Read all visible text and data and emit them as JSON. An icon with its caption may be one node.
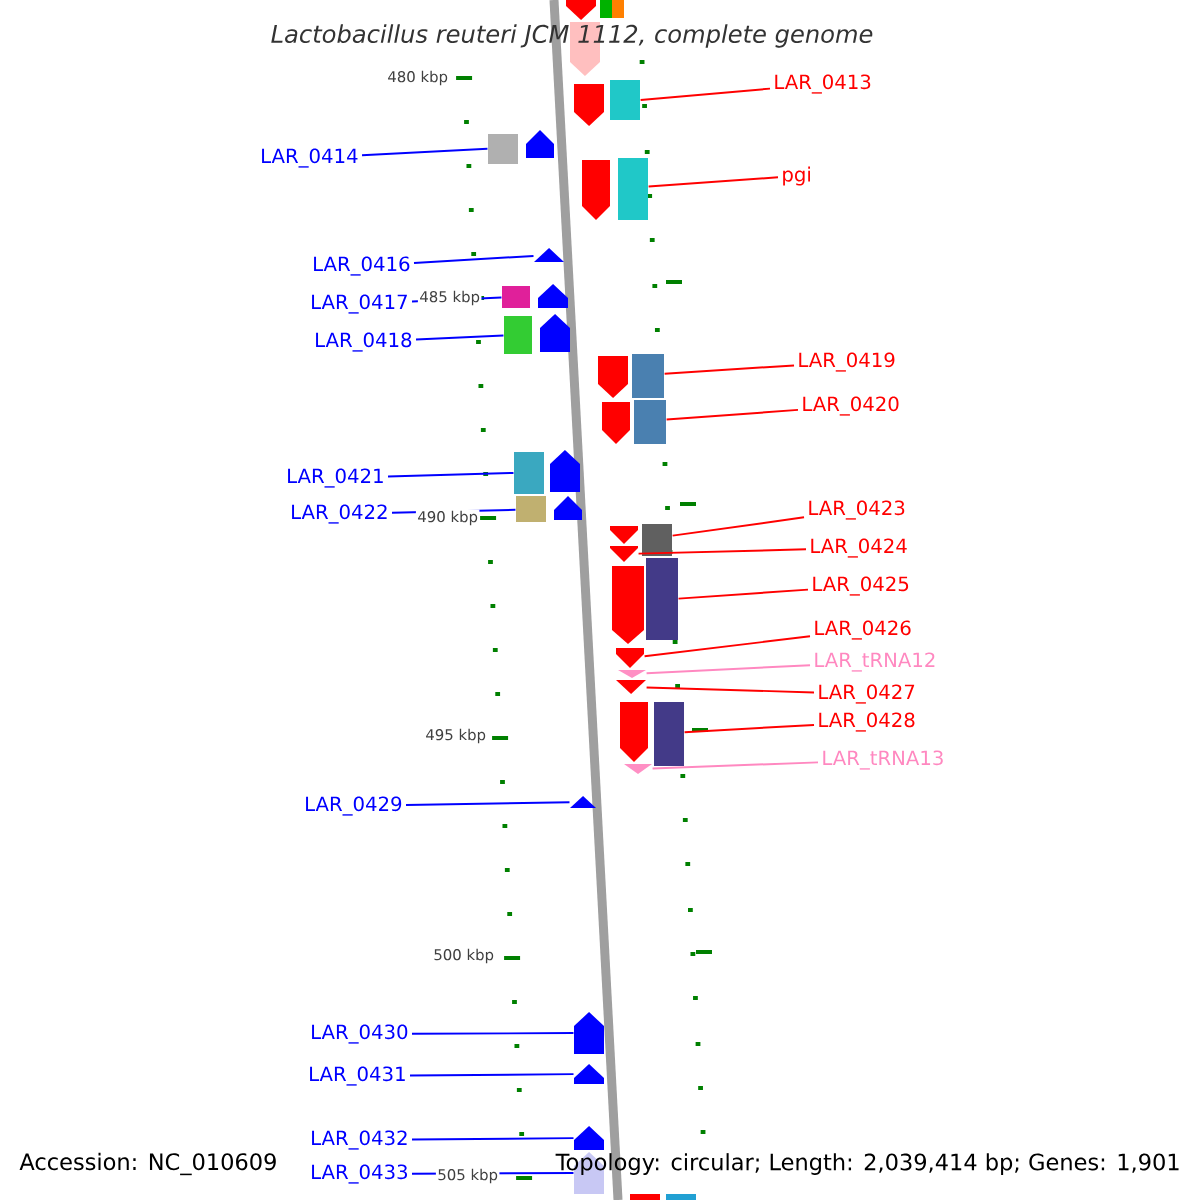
{
  "diagram": {
    "title": "Lactobacillus reuteri JCM 1112, complete genome",
    "nodes": [
      {
        "text": [
          "LAR_0413"
        ]
      },
      {
        "text": [],
        "shape": "arrow"
      },
      {
        "text": [
          "LAR_0414"
        ]
      },
      {
        "text": [],
        "shape": "arrow"
      },
      {
        "text": [
          "pgi"
        ]
      },
      {
        "text": [],
        "shape": "arrow"
      },
      {
        "text": [
          "LAR_0416"
        ]
      },
      {
        "text": [],
        "shape": "arrow"
      },
      {
        "text": [
          "LAR_0417"
        ]
      },
      {
        "text": [],
        "shape": "arrow"
      },
      {
        "text": [
          "LAR_0418"
        ]
      },
      {
        "text": [],
        "shape": "arrow"
      },
      {
        "text": [
          "LAR_0419"
        ]
      },
      {
        "text": [],
        "shape": "arrow"
      },
      {
        "text": [
          "LAR_0420"
        ]
      },
      {
        "text": [],
        "shape": "arrow"
      },
      {
        "text": [
          "LAR_0421"
        ]
      },
      {
        "text": [],
        "shape": "arrow"
      },
      {
        "text": [
          "LAR_0422"
        ]
      },
      {
        "text": [],
        "shape": "arrow"
      },
      {
        "text": [
          "LAR_0423"
        ]
      },
      {
        "text": [],
        "shape": "arrow"
      },
      {
        "text": [
          "LAR_0424"
        ]
      },
      {
        "text": [],
        "shape": "arrow"
      },
      {
        "text": [
          "LAR_0425"
        ]
      },
      {
        "text": [],
        "shape": "arrow"
      },
      {
        "text": [
          "LAR_0426"
        ]
      },
      {
        "text": [],
        "shape": "arrow"
      },
      {
        "text": [
          "LAR_tRNA12"
        ]
      },
      {
        "text": [],
        "shape": "arrow"
      },
      {
        "text": [
          "LAR_0427"
        ]
      },
      {
        "text": [],
        "shape": "arrow"
      },
      {
        "text": [
          "LAR_0428"
        ]
      },
      {
        "text": [],
        "shape": "arrow"
      },
      {
        "text": [
          "LAR_tRNA13"
        ]
      },
      {
        "text": [],
        "shape": "arrow"
      },
      {
        "text": [
          "LAR_0429"
        ]
      },
      {
        "text": [],
        "shape": "arrow"
      },
      {
        "text": [
          "LAR_0430"
        ]
      },
      {
        "text": [],
        "shape": "arrow"
      },
      {
        "text": [
          "LAR_0431"
        ]
      },
      {
        "text": [],
        "shape": "arrow"
      },
      {
        "text": [
          "LAR_0432"
        ]
      },
      {
        "text": [],
        "shape": "arrow"
      },
      {
        "text": [
          "LAR_0433"
        ]
      },
      {
        "text": [],
        "shape": "arrow"
      }
    ],
    "edges": [
      {
        "from": 0,
        "to": 1,
        "arrow": "none",
        "color": "#ff0000"
      },
      {
        "from": 2,
        "to": 3,
        "arrow": "none",
        "color": "#0000ff"
      },
      {
        "from": 4,
        "to": 5,
        "arrow": "none",
        "color": "#ff0000"
      },
      {
        "from": 6,
        "to": 7,
        "arrow": "none",
        "color": "#0000ff"
      },
      {
        "from": 8,
        "to": 9,
        "arrow": "none",
        "color": "#0000ff"
      },
      {
        "from": 10,
        "to": 11,
        "arrow": "none",
        "color": "#0000ff"
      },
      {
        "from": 12,
        "to": 13,
        "arrow": "none",
        "color": "#ff0000"
      },
      {
        "from": 14,
        "to": 15,
        "arrow": "none",
        "color": "#ff0000"
      },
      {
        "from": 16,
        "to": 17,
        "arrow": "none",
        "color": "#0000ff"
      },
      {
        "from": 18,
        "to": 19,
        "arrow": "none",
        "color": "#0000ff"
      },
      {
        "from": 20,
        "to": 21,
        "arrow": "none",
        "color": "#ff0000"
      },
      {
        "from": 22,
        "to": 23,
        "arrow": "none",
        "color": "#ff0000"
      },
      {
        "from": 24,
        "to": 25,
        "arrow": "none",
        "color": "#ff0000"
      },
      {
        "from": 26,
        "to": 27,
        "arrow": "none",
        "color": "#ff0000"
      },
      {
        "from": 28,
        "to": 29,
        "arrow": "none",
        "color": "#ff88c0"
      },
      {
        "from": 30,
        "to": 31,
        "arrow": "none",
        "color": "#ff0000"
      },
      {
        "from": 32,
        "to": 33,
        "arrow": "none",
        "color": "#ff0000"
      },
      {
        "from": 34,
        "to": 35,
        "arrow": "none",
        "color": "#ff88c0"
      },
      {
        "from": 36,
        "to": 37,
        "arrow": "none",
        "color": "#0000ff"
      },
      {
        "from": 38,
        "to": 39,
        "arrow": "none",
        "color": "#0000ff"
      },
      {
        "from": 40,
        "to": 41,
        "arrow": "none",
        "color": "#0000ff"
      },
      {
        "from": 42,
        "to": 43,
        "arrow": "none",
        "color": "#0000ff"
      },
      {
        "from": 44,
        "to": 45,
        "arrow": "none",
        "color": "#0000ff"
      }
    ],
    "labels": [
      "480 kbp",
      "485 kbp",
      "490 kbp",
      "495 kbp",
      "500 kbp",
      "505 kbp",
      "Accession: NC_010609",
      "Topology: circular; Length: 2,039,414 bp; Genes: 1,901"
    ]
  }
}
